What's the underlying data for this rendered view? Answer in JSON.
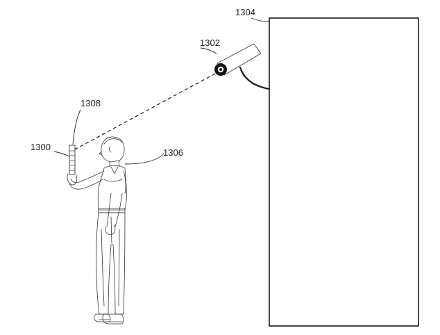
{
  "figure": {
    "labels": {
      "surveillance_device": "1302",
      "wall": "1304",
      "person": "1306",
      "signal_path": "1308",
      "mobile_device": "1300"
    }
  }
}
